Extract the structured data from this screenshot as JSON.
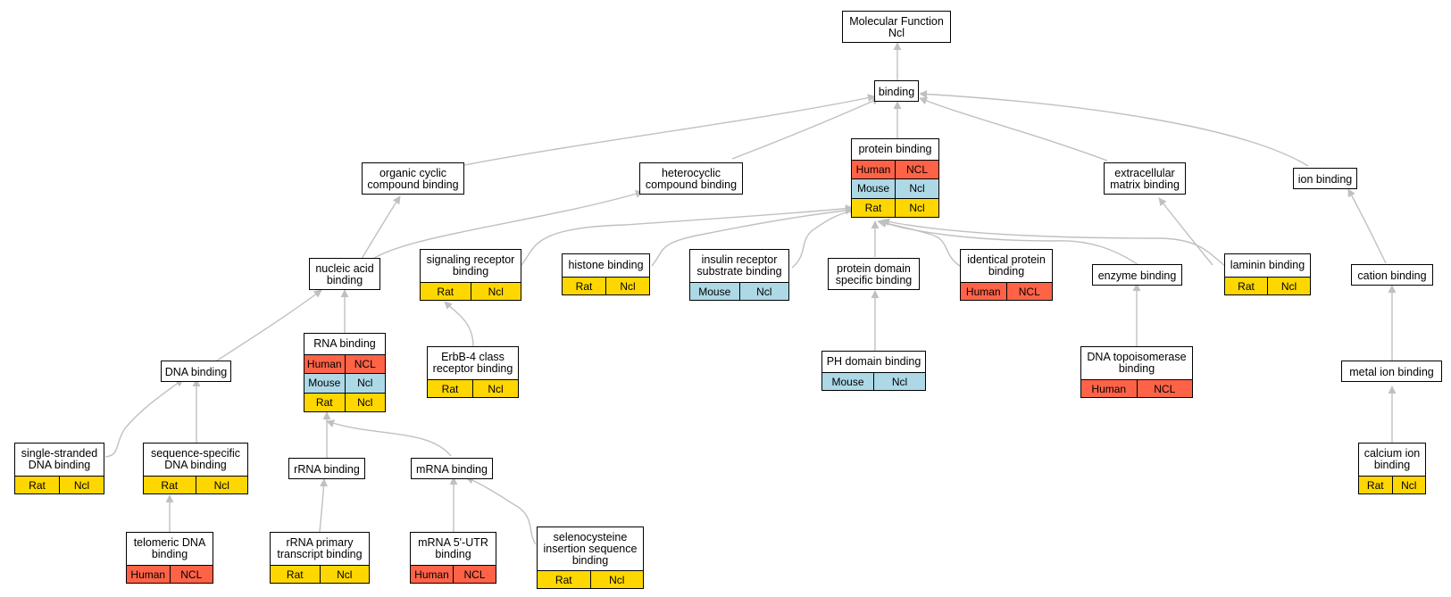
{
  "colors": {
    "Human": "#ff6347",
    "Mouse": "#add8e6",
    "Rat": "#ffd700",
    "edge": "#c0c0c0"
  },
  "nodes": {
    "molecular_function": {
      "label": "Molecular Function\nNcl",
      "rows": []
    },
    "binding": {
      "label": "binding",
      "rows": []
    },
    "organic_cyclic": {
      "label": "organic cyclic\ncompound binding",
      "rows": []
    },
    "heterocyclic": {
      "label": "heterocyclic\ncompound binding",
      "rows": []
    },
    "protein_binding": {
      "label": "protein binding",
      "rows": [
        [
          "Human",
          "NCL"
        ],
        [
          "Mouse",
          "Ncl"
        ],
        [
          "Rat",
          "Ncl"
        ]
      ]
    },
    "ecm_binding": {
      "label": "extracellular\nmatrix binding",
      "rows": []
    },
    "ion_binding": {
      "label": "ion binding",
      "rows": []
    },
    "nucleic_acid": {
      "label": "nucleic acid\nbinding",
      "rows": []
    },
    "signaling_receptor": {
      "label": "signaling receptor\nbinding",
      "rows": [
        [
          "Rat",
          "Ncl"
        ]
      ]
    },
    "histone": {
      "label": "histone binding",
      "rows": [
        [
          "Rat",
          "Ncl"
        ]
      ]
    },
    "insulin_receptor": {
      "label": "insulin receptor\nsubstrate binding",
      "rows": [
        [
          "Mouse",
          "Ncl"
        ]
      ]
    },
    "protein_domain": {
      "label": "protein domain\nspecific binding",
      "rows": []
    },
    "identical_protein": {
      "label": "identical protein\nbinding",
      "rows": [
        [
          "Human",
          "NCL"
        ]
      ]
    },
    "enzyme": {
      "label": "enzyme binding",
      "rows": []
    },
    "laminin": {
      "label": "laminin binding",
      "rows": [
        [
          "Rat",
          "Ncl"
        ]
      ]
    },
    "cation": {
      "label": "cation binding",
      "rows": []
    },
    "dna_binding": {
      "label": "DNA binding",
      "rows": []
    },
    "rna_binding": {
      "label": "RNA binding",
      "rows": [
        [
          "Human",
          "NCL"
        ],
        [
          "Mouse",
          "Ncl"
        ],
        [
          "Rat",
          "Ncl"
        ]
      ]
    },
    "erbb4": {
      "label": "ErbB-4 class\nreceptor binding",
      "rows": [
        [
          "Rat",
          "Ncl"
        ]
      ]
    },
    "ph_domain": {
      "label": "PH domain binding",
      "rows": [
        [
          "Mouse",
          "Ncl"
        ]
      ]
    },
    "dna_topo": {
      "label": "DNA topoisomerase\nbinding",
      "rows": [
        [
          "Human",
          "NCL"
        ]
      ]
    },
    "metal_ion": {
      "label": "metal ion binding",
      "rows": []
    },
    "ss_dna": {
      "label": "single-stranded\nDNA binding",
      "rows": [
        [
          "Rat",
          "Ncl"
        ]
      ]
    },
    "seq_specific": {
      "label": "sequence-specific\nDNA binding",
      "rows": [
        [
          "Rat",
          "Ncl"
        ]
      ]
    },
    "rrna": {
      "label": "rRNA binding",
      "rows": []
    },
    "mrna": {
      "label": "mRNA binding",
      "rows": []
    },
    "calcium": {
      "label": "calcium ion\nbinding",
      "rows": [
        [
          "Rat",
          "Ncl"
        ]
      ]
    },
    "telomeric": {
      "label": "telomeric DNA\nbinding",
      "rows": [
        [
          "Human",
          "NCL"
        ]
      ]
    },
    "rrna_primary": {
      "label": "rRNA primary\ntranscript binding",
      "rows": [
        [
          "Rat",
          "Ncl"
        ]
      ]
    },
    "mrna_utr": {
      "label": "mRNA 5'-UTR\nbinding",
      "rows": [
        [
          "Human",
          "NCL"
        ]
      ]
    },
    "selenocysteine": {
      "label": "selenocysteine\ninsertion sequence\nbinding",
      "rows": [
        [
          "Rat",
          "Ncl"
        ]
      ]
    }
  }
}
